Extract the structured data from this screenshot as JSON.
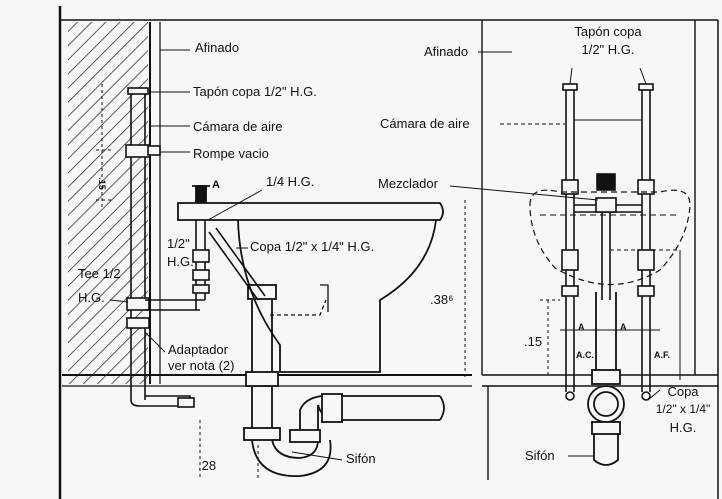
{
  "left_view": {
    "afinado": "Afinado",
    "tapon_copa": "Tapón copa 1/2\" H.G.",
    "camara_aire": "Cámara de aire",
    "rompe_vacio": "Rompe vacio",
    "quarter_hg": "1/4 H.G.",
    "half": "1/2\"",
    "hg": "H.G.",
    "copa": "Copa 1/2\" x 1/4\" H.G.",
    "tee": "Tee 1/2",
    "tee_hg": "H.G.",
    "adaptador": "Adaptador",
    "ver_nota": "ver nota (2)",
    "dim_height": ".38⁶",
    "dim_small": ".15",
    "dim_bottom": ".28",
    "sifon": "Sifón",
    "marker_a": "A"
  },
  "right_view": {
    "tapon_copa_l1": "Tapón copa",
    "tapon_copa_l2": "1/2\" H.G.",
    "afinado": "Afinado",
    "camara_aire": "Cámara de aire",
    "mezclador": "Mezclador",
    "dim_15": ".15",
    "marker_a1": "A",
    "marker_a2": "A",
    "ac": "A.C.",
    "af": "A.F.",
    "copa_l1": "Copa",
    "copa_l2": "1/2\" x 1/4\"",
    "copa_l3": "H.G.",
    "sifon": "Sifón"
  }
}
